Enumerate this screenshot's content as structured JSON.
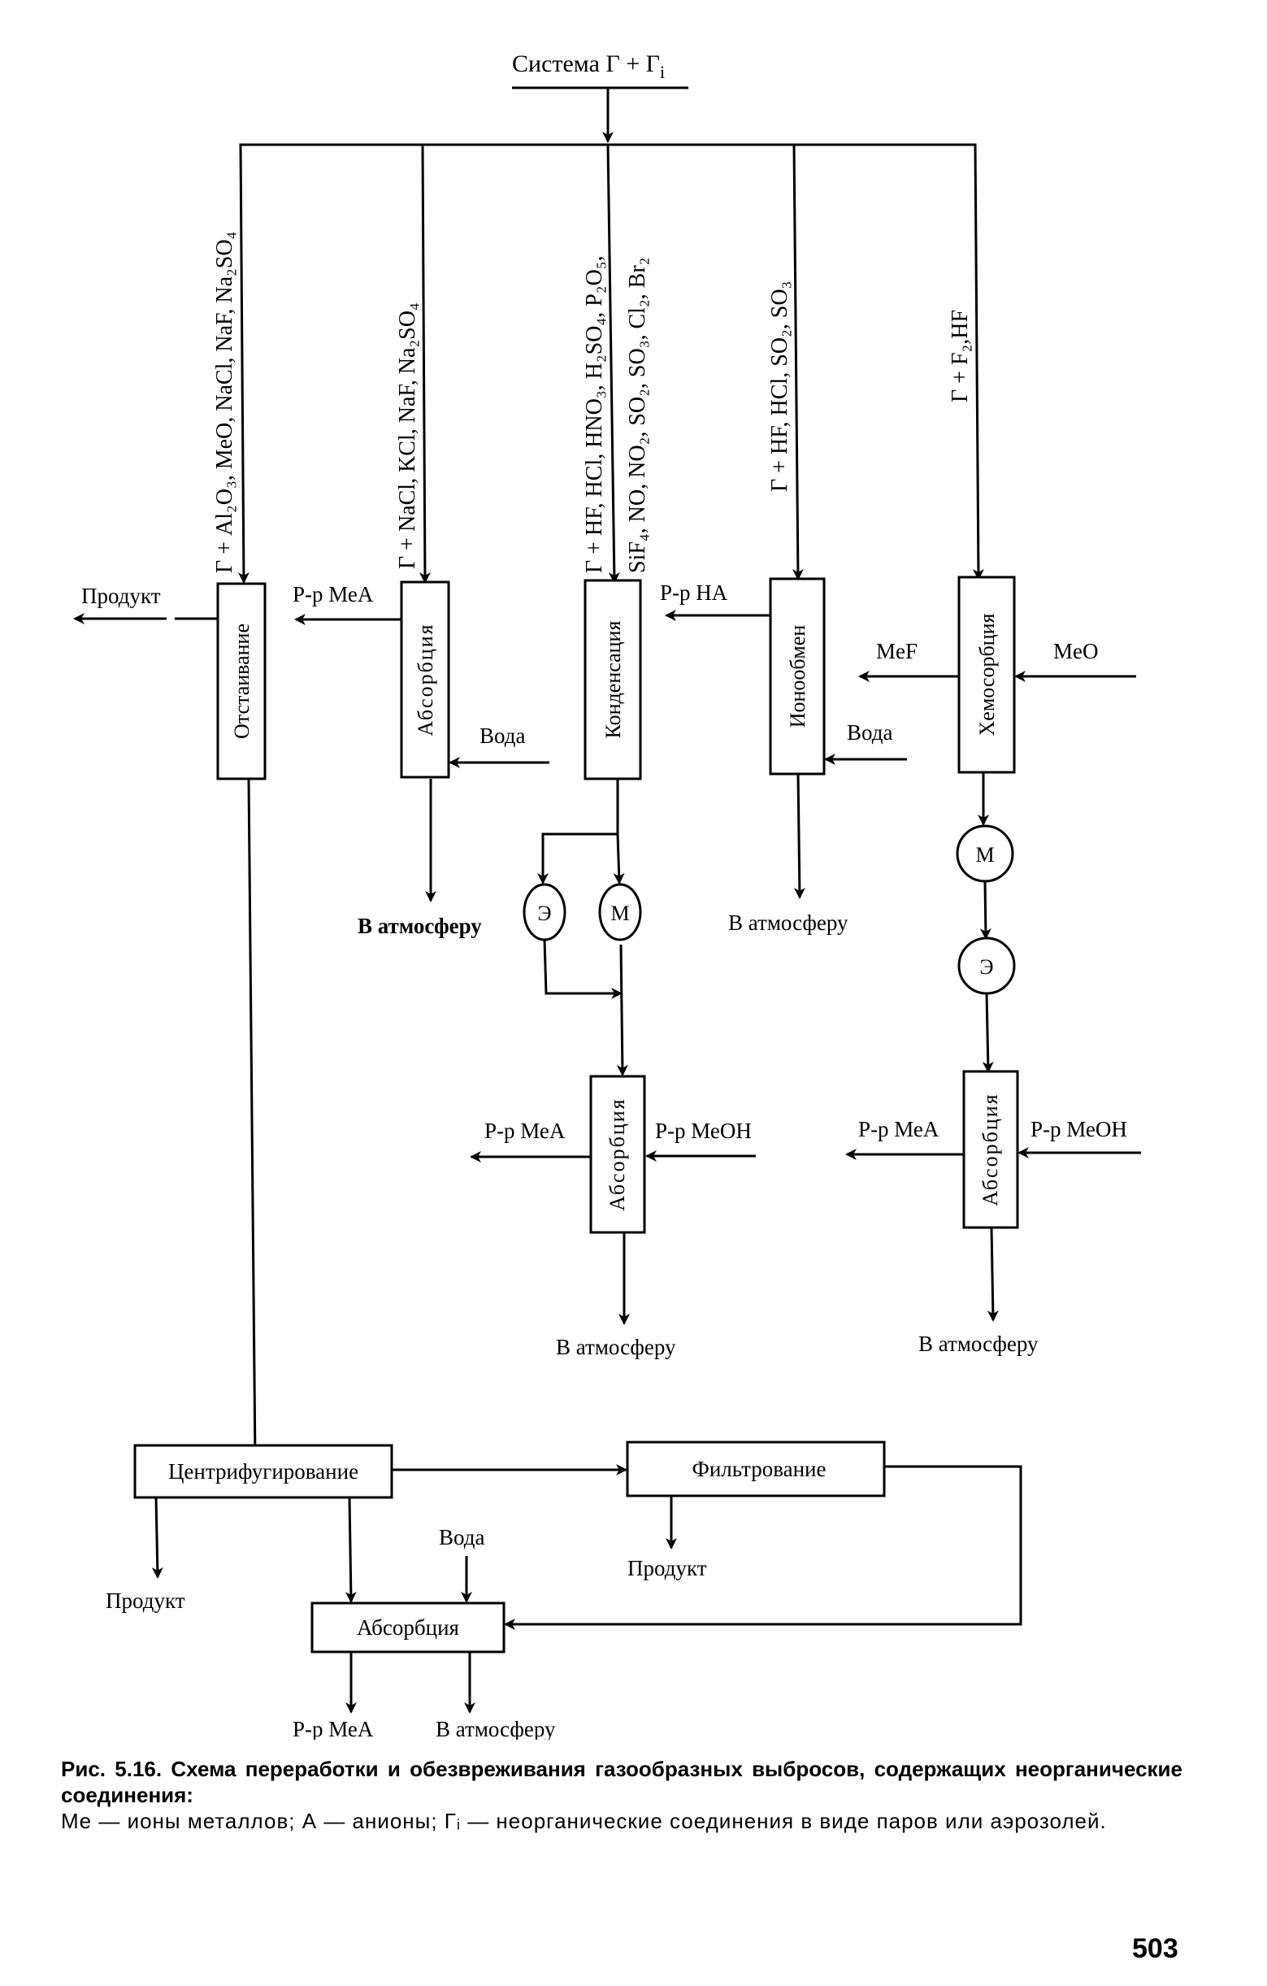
{
  "system_label": "Система  Г + Г",
  "system_subscript": "i",
  "streams": {
    "s1": "Г + Al₂O₃,  MeO, NaCl,  NaF, Na₂SO₄",
    "s2": "Г + NaCl, KCl,  NaF, Na₂SO₄",
    "s3a": "Г + HF, HCl,  HNO₃, H₂SO₄, P₂O₅,",
    "s3b": "SiF₄, NO, NO₂, SO₂, SO₃, Cl₂, Br₂",
    "s4": "Г + HF, HCl,  SO₂, SO₃",
    "s5": "Г + F₂,HF"
  },
  "units": {
    "otstaivanie": "Отстаивание",
    "absorption1": "Абсорбция",
    "condensation": "Конденсация",
    "ionexchange": "Ионообмен",
    "chemisorption": "Хемосорбция",
    "absorption2": "Абсорбция",
    "absorption3": "Абсорбция",
    "centrifuge": "Центрифугирование",
    "filtration": "Фильтрование",
    "absorption4": "Абсорбция"
  },
  "devices": {
    "e": "Э",
    "m": "М"
  },
  "flows": {
    "product_left": "Продукт",
    "rr_mea_1": "Р-р МеА",
    "water_1": "Вода",
    "to_atm_1": "В атмосферу",
    "rr_ha": "Р-р НА",
    "mef": "MeF",
    "meo": "MeO",
    "water_2": "Вода",
    "to_atm_2": "В атмосферу",
    "rr_mea_2": "Р-р МеА",
    "rr_meoh_2": "Р-р МеОН",
    "to_atm_3": "В атмосферу",
    "rr_mea_3": "Р-р МеА",
    "rr_meoh_3": "Р-р МеОН",
    "to_atm_4": "В атмосферу",
    "product_centrifuge": "Продукт",
    "product_filter": "Продукт",
    "water_3": "Вода",
    "rr_mea_4": "Р-р МеА",
    "to_atm_5": "В атмосферу"
  },
  "caption": {
    "title": "Рис. 5.16. Схема переработки и обезвреживания газообразных выбросов, содержащих неорганические соединения:",
    "legend": "Me — ионы металлов;  А — анионы;  Гᵢ — неорганические соединения в виде паров или аэрозолей."
  },
  "page_number": "503"
}
